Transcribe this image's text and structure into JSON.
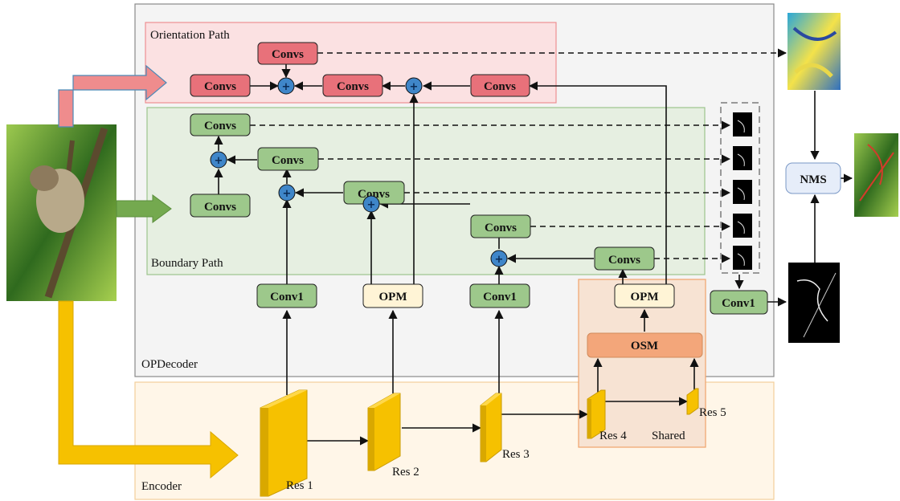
{
  "regions": {
    "orientation_path": "Orientation Path",
    "boundary_path": "Boundary Path",
    "decoder": "OPDecoder",
    "encoder": "Encoder"
  },
  "blocks": {
    "convs": "Convs",
    "conv1": "Conv1",
    "opm": "OPM",
    "osm": "OSM",
    "nms": "NMS",
    "plus": "+"
  },
  "stages": {
    "res1": "Res 1",
    "res2": "Res 2",
    "res3": "Res 3",
    "res4": "Res 4",
    "res5": "Res 5",
    "shared": "Shared"
  },
  "colors": {
    "orientation_fill": "#fbe1e2",
    "orientation_stroke": "#ee8f92",
    "conv_red": "#e8717a",
    "boundary_fill": "#e6efe1",
    "boundary_stroke": "#9cc48c",
    "conv_green": "#9dc88b",
    "opm": "#fff4d6",
    "osm": "#f3a67a",
    "encoder_fill": "#fff6e8",
    "feature_gold": "#f6c100",
    "nms": "#e6edf9",
    "plus_node": "#3f86c9"
  }
}
